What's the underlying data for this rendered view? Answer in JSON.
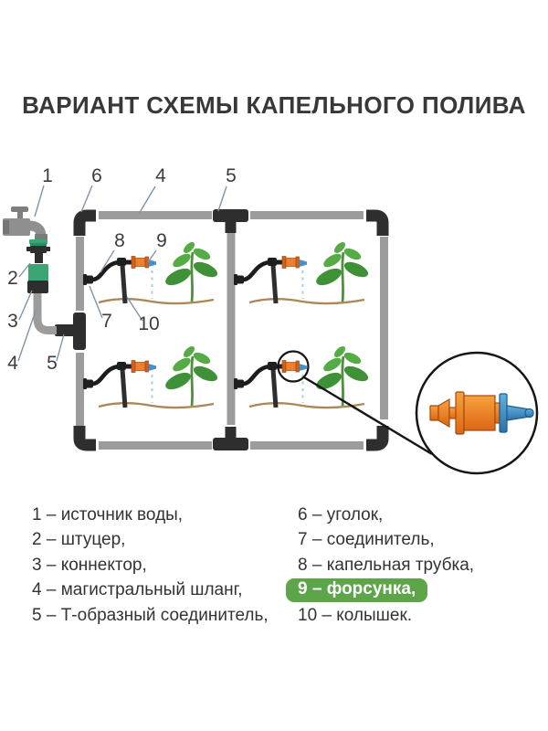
{
  "title": "ВАРИАНТ СХЕМЫ КАПЕЛЬНОГО ПОЛИВА",
  "callouts": {
    "c1": "1",
    "c2": "2",
    "c3": "3",
    "c4_top": "4",
    "c4_left": "4",
    "c5_top": "5",
    "c5_left": "5",
    "c6": "6",
    "c7": "7",
    "c8": "8",
    "c9": "9",
    "c10": "10"
  },
  "legend": {
    "left": [
      {
        "label": "1 – источник воды,"
      },
      {
        "label": "2 – штуцер,"
      },
      {
        "label": "3 – коннектор,"
      },
      {
        "label": "4 – магистральный шланг,"
      },
      {
        "label": "5 – Т-образный соединитель,"
      }
    ],
    "right": [
      {
        "label": "6 – уголок,"
      },
      {
        "label": "7 – соединитель,"
      },
      {
        "label": "8 – капельная трубка,"
      },
      {
        "label": "9 – форсунка,",
        "highlighted": true
      },
      {
        "label": "10 – колышек."
      }
    ]
  },
  "colors": {
    "accent_green": "#5ca548",
    "pipe_gray": "#9c9c9c",
    "connector_black": "#2e2e2e",
    "fitting_green": "#3da573",
    "nozzle_orange": "#ef7f2e",
    "nozzle_orange_dark": "#d2601c",
    "nozzle_blue": "#4a90c4",
    "leader_line": "#7d95aa",
    "plant_green_dark": "#3f9137",
    "plant_green_light": "#55ac44",
    "ground_brown": "#ab8757",
    "text_dark": "#383838"
  }
}
